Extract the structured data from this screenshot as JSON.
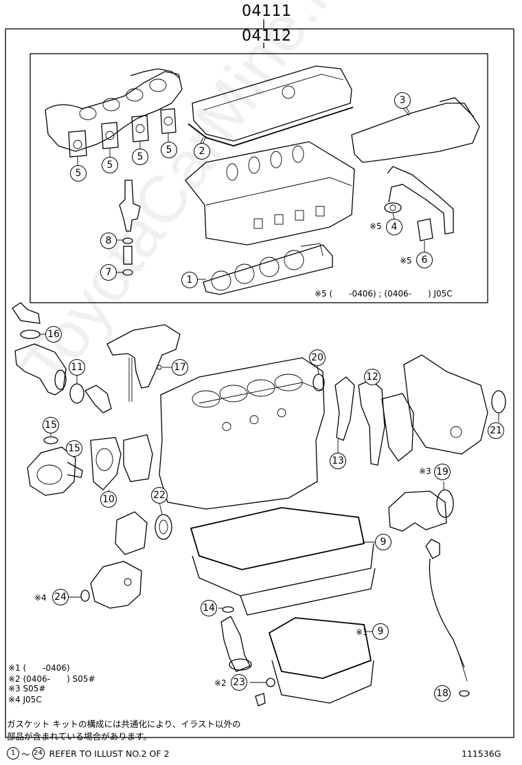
{
  "header": {
    "part_number_top": "04111",
    "part_number_bottom": "04112"
  },
  "upper_box": {
    "footnote": "※5 (　　-0406) ; (0406-　　) J05C"
  },
  "callouts": {
    "c1": "1",
    "c2": "2",
    "c3": "3",
    "c4": "4",
    "c5": "5",
    "c6": "6",
    "c7": "7",
    "c8": "8",
    "c9": "9",
    "c10": "10",
    "c11": "11",
    "c12": "12",
    "c13": "13",
    "c14": "14",
    "c15": "15",
    "c16": "16",
    "c17": "17",
    "c18": "18",
    "c19": "19",
    "c20": "20",
    "c21": "21",
    "c22": "22",
    "c23": "23",
    "c24": "24"
  },
  "markers": {
    "m5_4": "※5",
    "m5_6": "※5",
    "m3_19": "※3",
    "m1_9": "※1",
    "m4_24": "※4",
    "m2_23": "※2"
  },
  "legend": [
    "※1 (　　-0406)",
    "※2 (0406-　　) S05#",
    "※3 S05#",
    "※4 J05C"
  ],
  "note_jp_line1": "ガスケット キットの構成には共通化により、イラスト以外の",
  "note_jp_line2": "部品が含まれている場合があります。",
  "refer": {
    "start": "1",
    "tilde": "〜",
    "end": "24",
    "text": "REFER TO ILLUST NO.2 OF 2"
  },
  "illust_code": "111536G",
  "watermark": "ToyotaCarMine.ru"
}
